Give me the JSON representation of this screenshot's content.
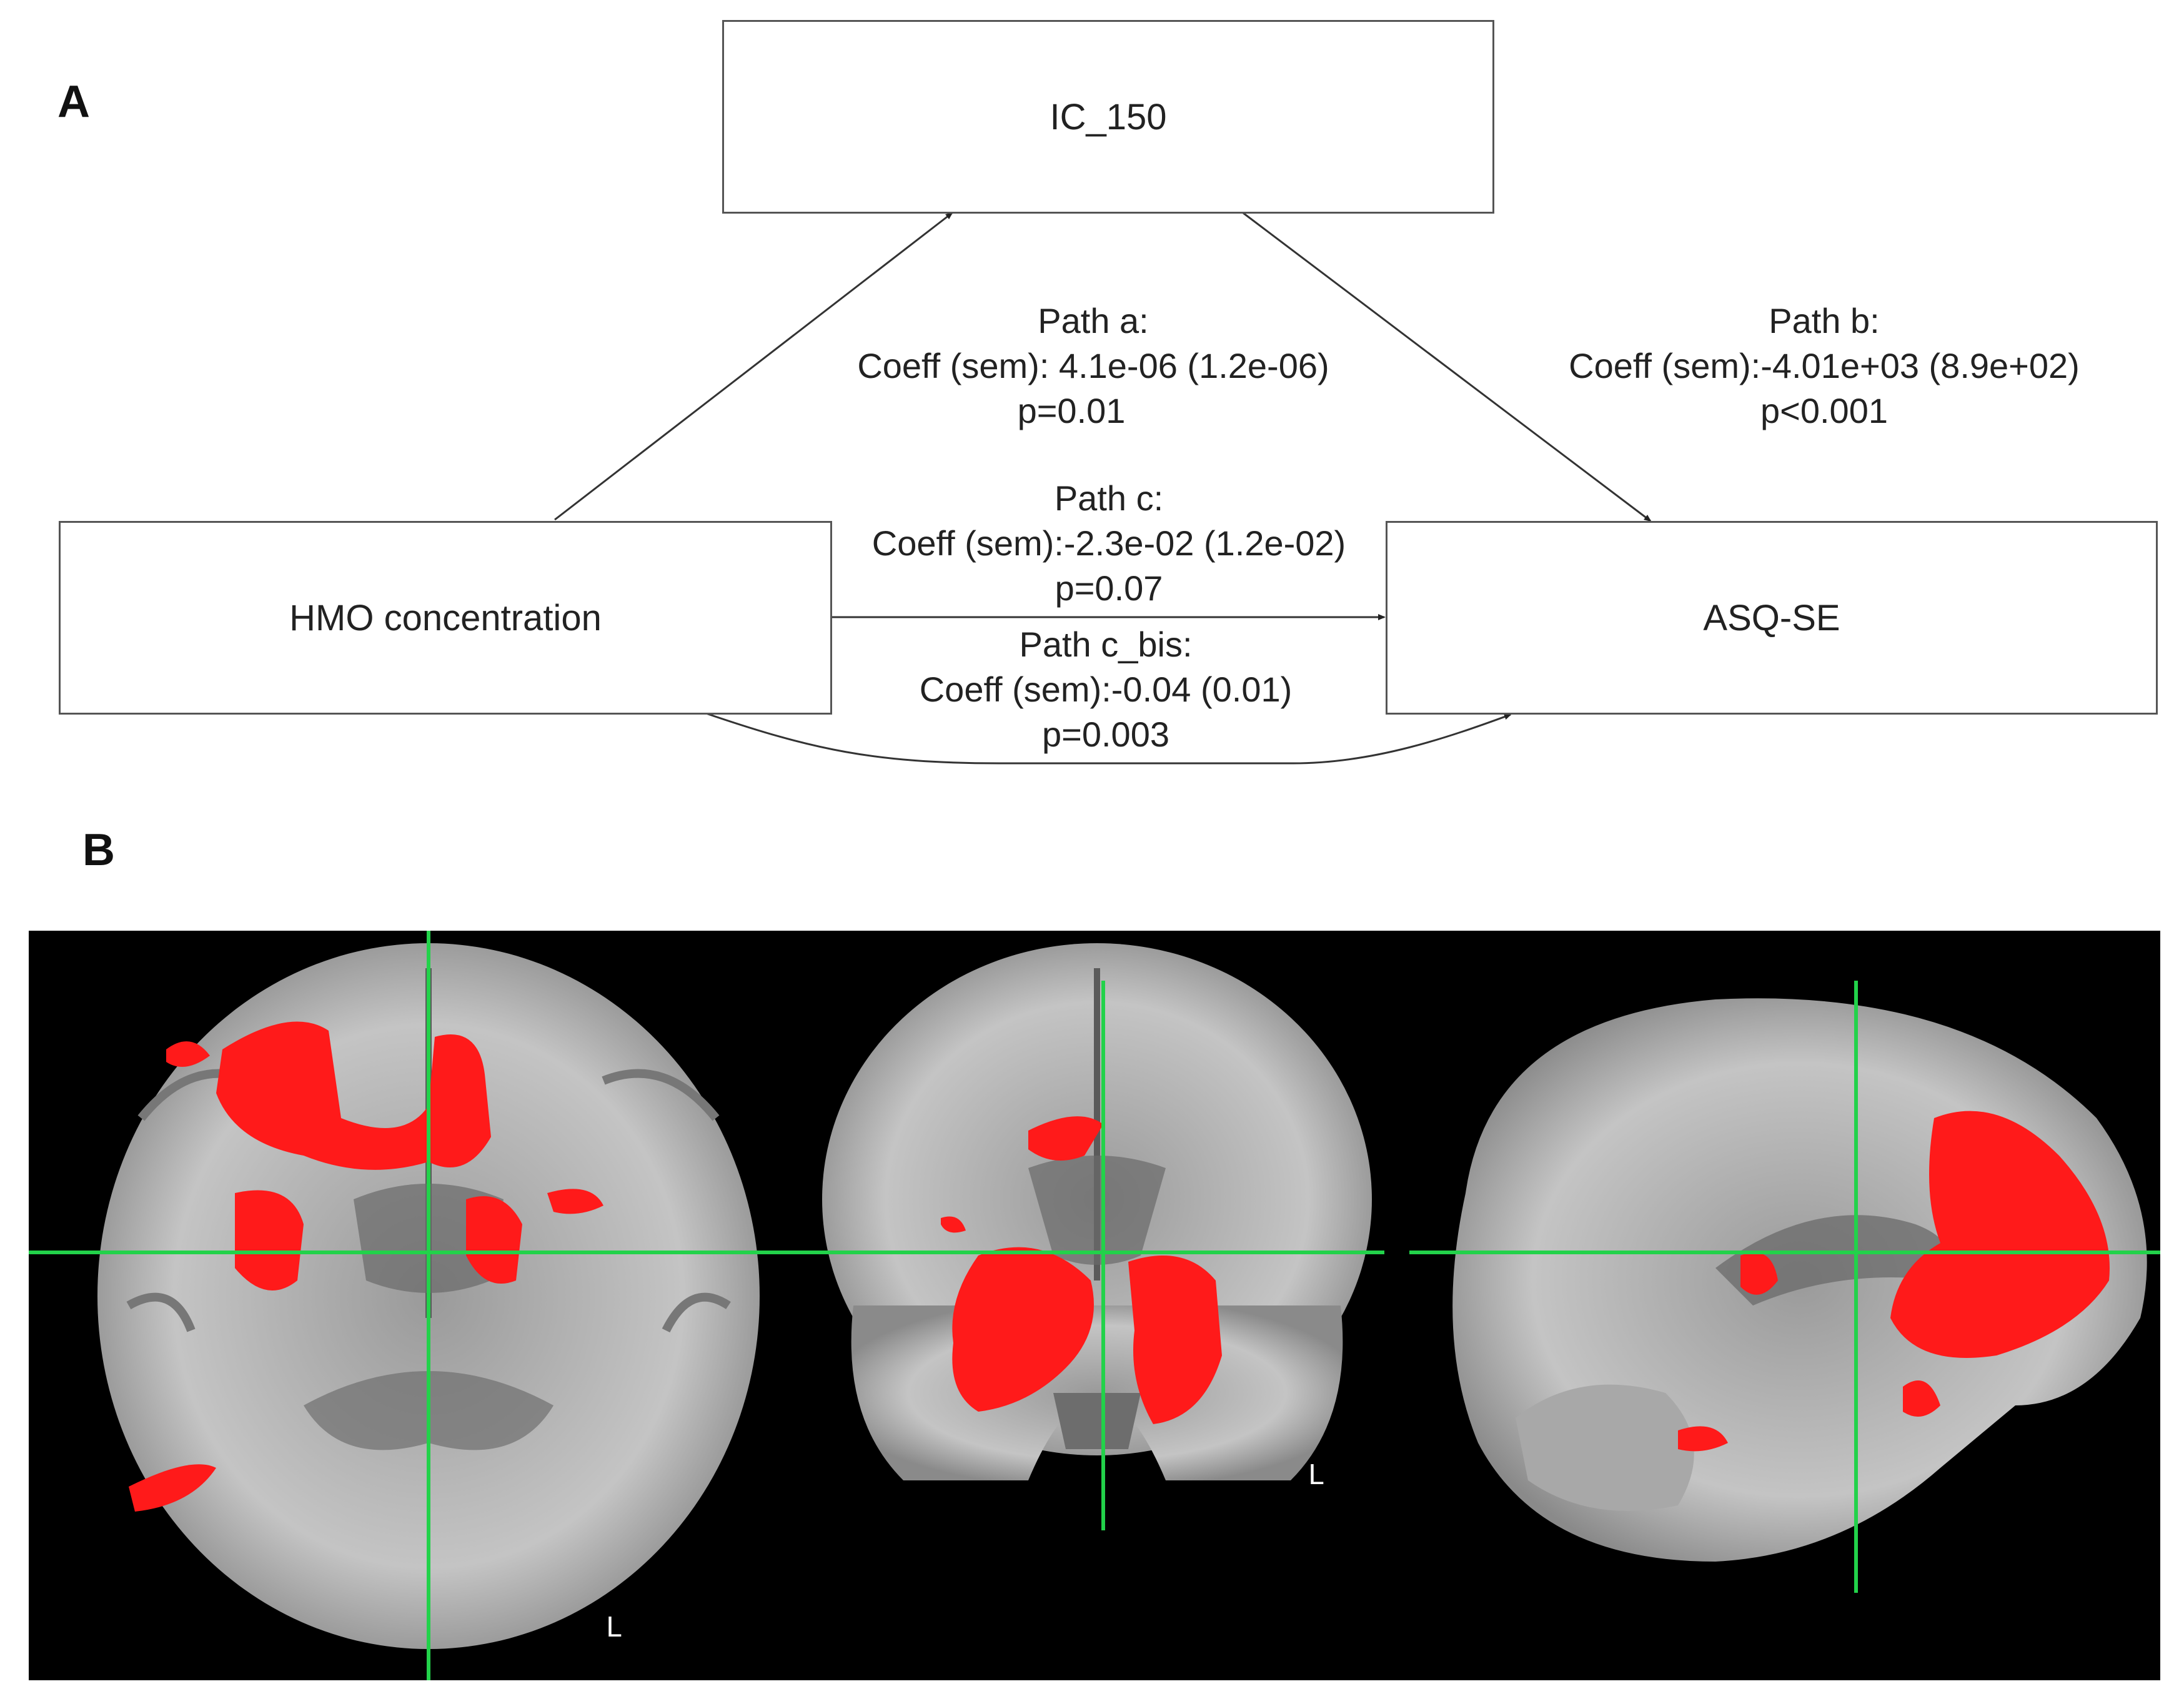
{
  "panels": {
    "a_label": "A",
    "b_label": "B"
  },
  "nodes": {
    "mediator": "IC_150",
    "predictor": "HMO concentration",
    "outcome": "ASQ-SE"
  },
  "paths": {
    "a": {
      "name": "Path a:",
      "coeff": "Coeff (sem): 4.1e-06 (1.2e-06)",
      "p": "p=0.01"
    },
    "b": {
      "name": "Path b:",
      "coeff": "Coeff (sem):-4.01e+03 (8.9e+02)",
      "p": "p<0.001"
    },
    "c": {
      "name": "Path c:",
      "coeff": "Coeff (sem):-2.3e-02 (1.2e-02)",
      "p": "p=0.07"
    },
    "c_bis": {
      "name": "Path c_bis:",
      "coeff": "Coeff (sem):-0.04 (0.01)",
      "p": "p=0.003"
    }
  },
  "brain_views": {
    "axial_orientation": "L",
    "coronal_orientation": "L",
    "colors": {
      "background": "#000000",
      "crosshair": "#22d24a",
      "activation": "#ff1a1a",
      "tissue": "#bdbdbd"
    }
  }
}
